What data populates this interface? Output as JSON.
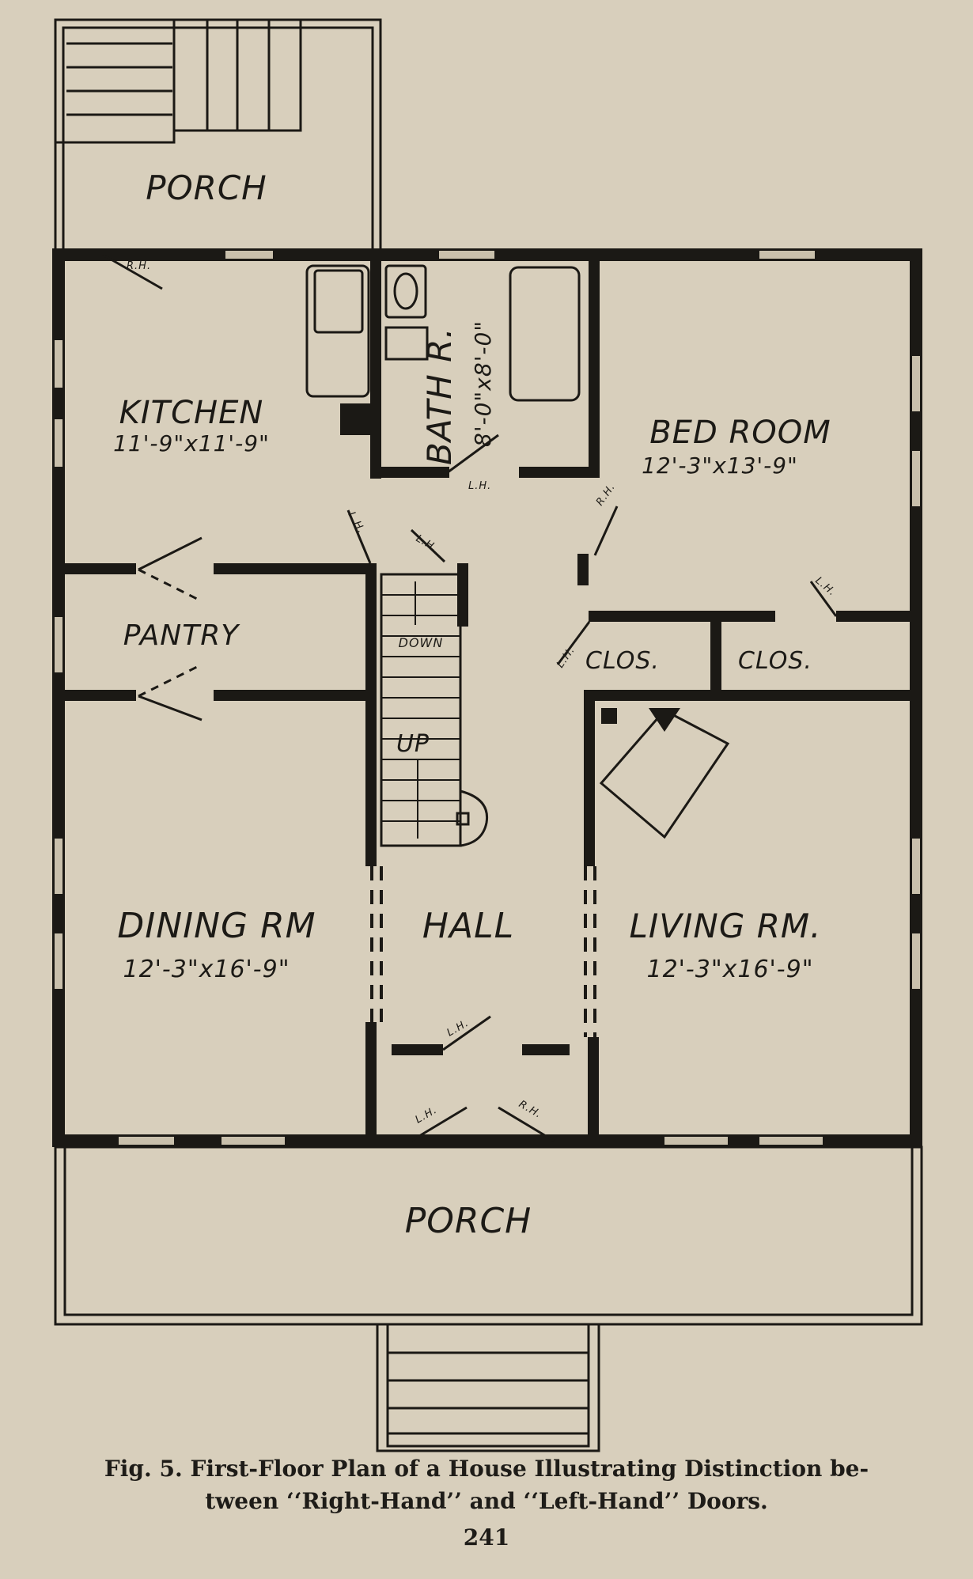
{
  "plan": {
    "rooms": {
      "back_porch": "PORCH",
      "kitchen": "KITCHEN",
      "kitchen_size": "11'-9\"x11'-9\"",
      "bath": "BATH R.",
      "bath_size": "8'-0\"x8'-0\"",
      "bedroom": "BED ROOM",
      "bedroom_size": "12'-3\"x13'-9\"",
      "pantry": "PANTRY",
      "closet_1": "CLOS.",
      "closet_2": "CLOS.",
      "stair_down": "DOWN",
      "stair_up": "UP",
      "dining": "DINING RM",
      "dining_size": "12'-3\"x16'-9\"",
      "hall": "HALL",
      "living": "LIVING RM.",
      "living_size": "12'-3\"x16'-9\"",
      "front_porch": "PORCH"
    },
    "doors": {
      "kitchen_back": "R.H.",
      "bath": "L.H.",
      "stair_left": "L.H.",
      "stair_right": "L.H.",
      "bedroom": "R.H.",
      "bedroom_closet": "L.H.",
      "closet": "L.H.",
      "vestibule": "L.H.",
      "front_left": "L.H.",
      "front_right": "R.H."
    }
  },
  "caption": {
    "line1": "Fig. 5.  First-Floor Plan of a House Illustrating Distinction be-",
    "line2": "tween ‘‘Right-Hand’’ and ‘‘Left-Hand’’ Doors.",
    "page_number": "241"
  }
}
